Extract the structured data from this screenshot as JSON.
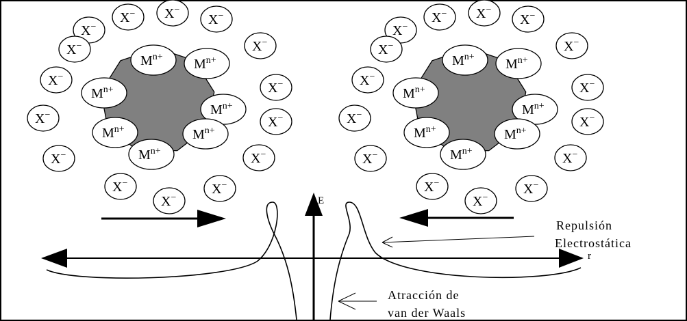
{
  "ions": {
    "anion_base": "X",
    "anion_charge": "−",
    "cation_base": "M",
    "cation_charge": "n+"
  },
  "axes": {
    "energy_label": "E",
    "distance_label": "r"
  },
  "annotations": {
    "repulsion_line1": "Repulsión",
    "repulsion_line2": "Electrostática",
    "attraction_line1": "Atracción de",
    "attraction_line2": "van der Waals"
  },
  "colors": {
    "particle_core": "#808080",
    "ion_fill": "#ffffff",
    "stroke": "#000000"
  }
}
